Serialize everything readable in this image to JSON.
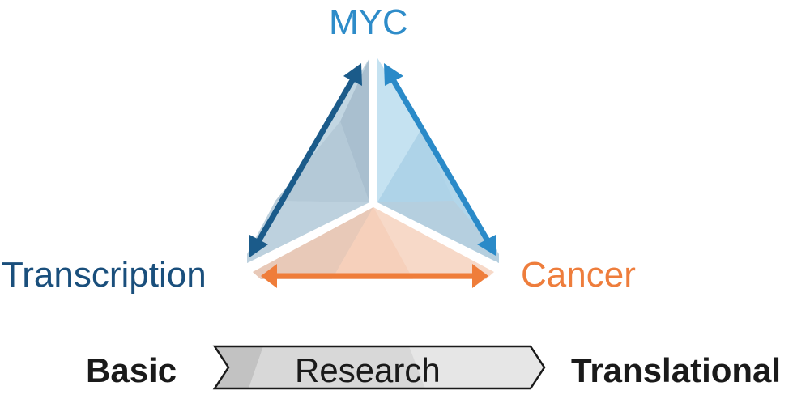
{
  "title": "MYC - Transcription - Cancer research triangle",
  "nodes": {
    "top": {
      "label": "MYC",
      "color": "#2e8cc9"
    },
    "left": {
      "label": "Transcription",
      "color": "#1a4f7c"
    },
    "right": {
      "label": "Cancer",
      "color": "#ee7d3c"
    }
  },
  "edges": [
    {
      "from": "Transcription",
      "to": "MYC",
      "direction": "bidirectional",
      "color": "#1b5b8a"
    },
    {
      "from": "MYC",
      "to": "Cancer",
      "direction": "bidirectional",
      "color": "#2a8ac8"
    },
    {
      "from": "Transcription",
      "to": "Cancer",
      "direction": "bidirectional",
      "color": "#ef7d3a"
    }
  ],
  "faces": {
    "left": "#b0c8d6",
    "right": "#b9dbed",
    "bottom": "#f6d0bc"
  },
  "research_bar": {
    "start_label": "Basic",
    "middle_label": "Research",
    "end_label": "Translational"
  }
}
